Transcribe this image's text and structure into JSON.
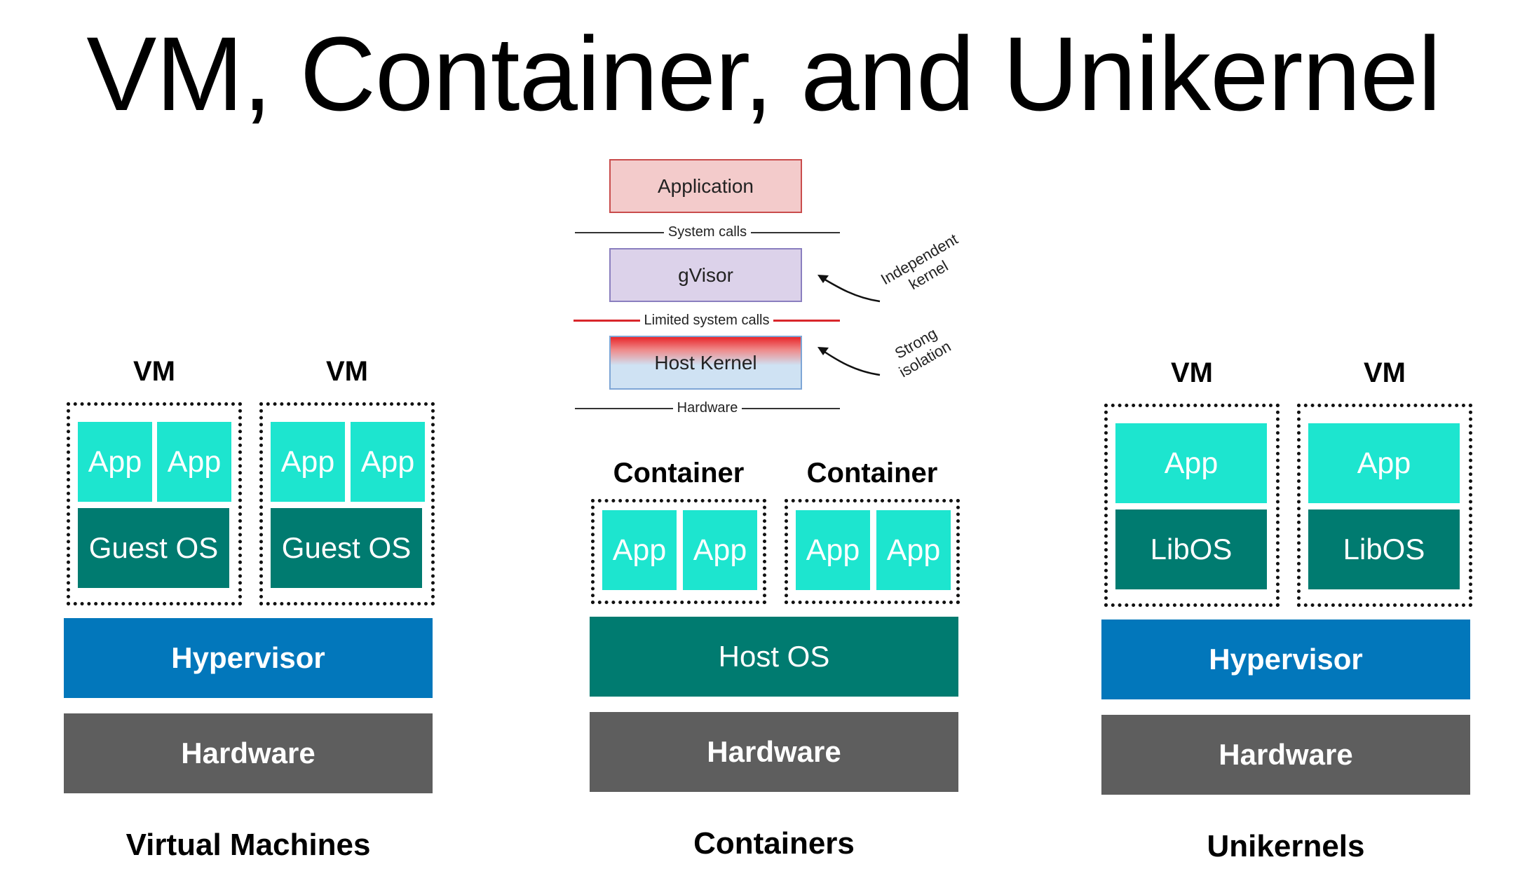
{
  "title": "VM, Container, and Unikernel",
  "vm_column": {
    "vm_labels": [
      "VM",
      "VM"
    ],
    "app_label": "App",
    "guest_os_label": "Guest OS",
    "hypervisor_label": "Hypervisor",
    "hardware_label": "Hardware",
    "caption": "Virtual Machines"
  },
  "container_column": {
    "container_labels": [
      "Container",
      "Container"
    ],
    "app_label": "App",
    "host_os_label": "Host OS",
    "hardware_label": "Hardware",
    "caption": "Containers"
  },
  "unikernel_column": {
    "vm_labels": [
      "VM",
      "VM"
    ],
    "app_label": "App",
    "libos_label": "LibOS",
    "hypervisor_label": "Hypervisor",
    "hardware_label": "Hardware",
    "caption": "Unikernels"
  },
  "gvisor_diagram": {
    "application": "Application",
    "system_calls": "System calls",
    "gvisor": "gVisor",
    "limited_system_calls": "Limited system calls",
    "host_kernel": "Host Kernel",
    "hardware": "Hardware",
    "note_independent": "Independent kernel",
    "note_strong": "Strong isolation"
  },
  "colors": {
    "app": "#1de5cf",
    "os": "#007b70",
    "hypervisor": "#0277bb",
    "hardware": "#5e5e5e",
    "application_box": "#f3cbcb",
    "gvisor_box": "#dcd2ea",
    "host_kernel_box": "#cfe2f3",
    "limited_line": "#d9262b"
  }
}
